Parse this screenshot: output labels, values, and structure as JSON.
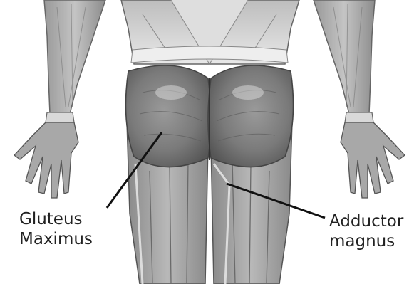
{
  "labels": {
    "gluteus": {
      "line1": "Gluteus",
      "line2": "Maximus"
    },
    "adductor": {
      "line1": "Adductor",
      "line2": "magnus"
    }
  },
  "colors": {
    "background": "#ffffff",
    "muscle_dark": "#6e6e6e",
    "muscle_mid": "#9a9a9a",
    "muscle_light": "#c8c8c8",
    "skin_light": "#e6e6e6",
    "leader_line": "#111111",
    "label_text": "#222222"
  }
}
